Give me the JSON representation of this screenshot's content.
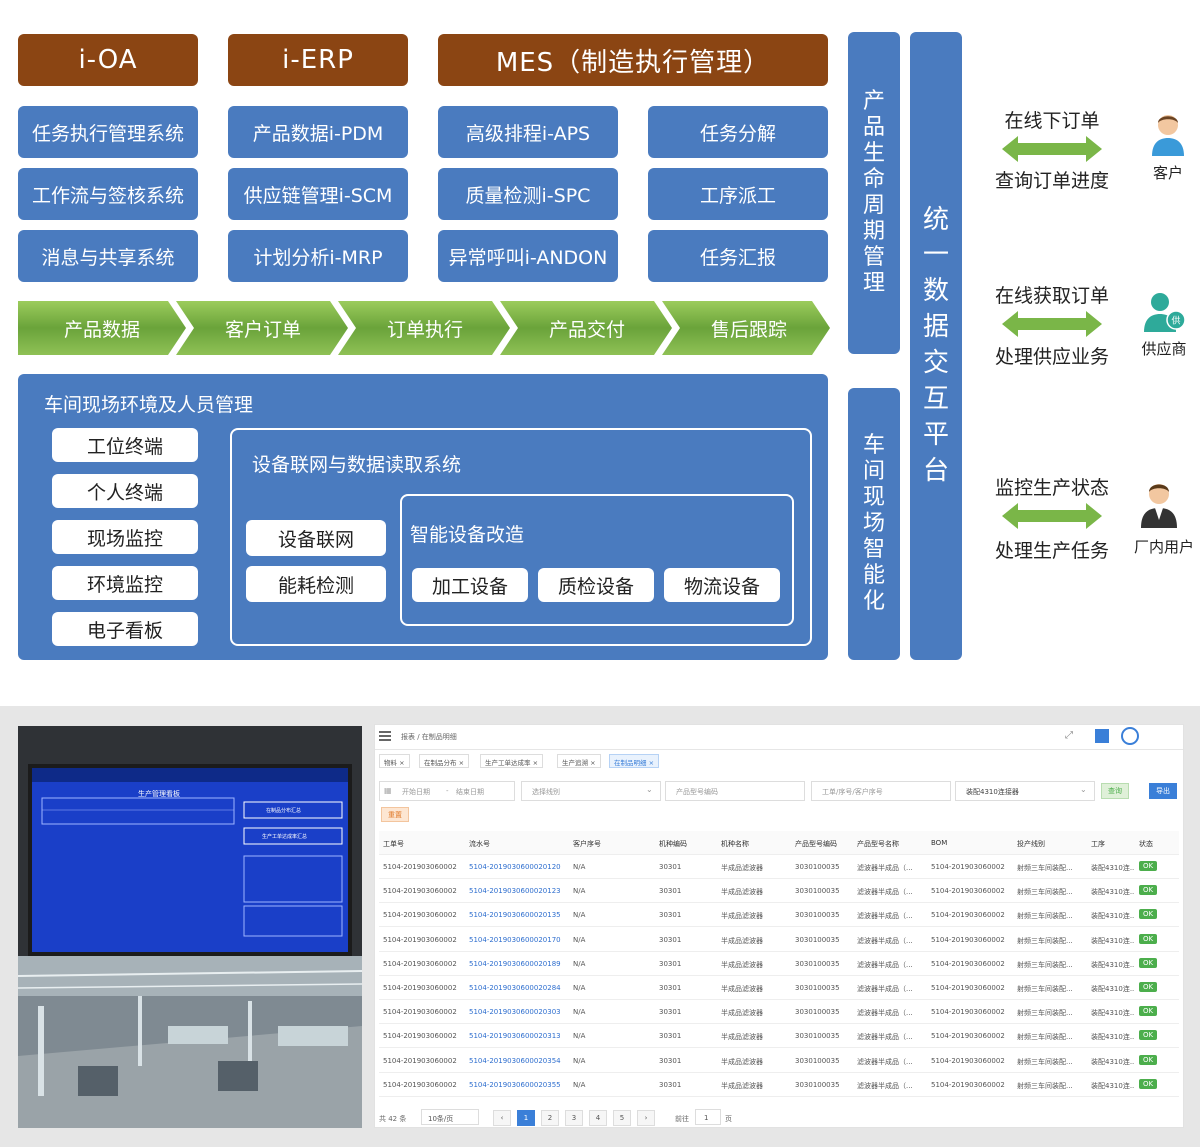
{
  "headers": [
    "i-OA",
    "i-ERP",
    "MES（制造执行管理）"
  ],
  "modules": {
    "oa": [
      "任务执行管理系统",
      "工作流与签核系统",
      "消息与共享系统"
    ],
    "erp": [
      "产品数据i-PDM",
      "供应链管理i-SCM",
      "计划分析i-MRP"
    ],
    "mes_left": [
      "高级排程i-APS",
      "质量检测i-SPC",
      "异常呼叫i-ANDON"
    ],
    "mes_right": [
      "任务分解",
      "工序派工",
      "任务汇报"
    ]
  },
  "flow": [
    "产品数据",
    "客户订单",
    "订单执行",
    "产品交付",
    "售后跟踪"
  ],
  "workshop": {
    "title": "车间现场环境及人员管理",
    "left_items": [
      "工位终端",
      "个人终端",
      "现场监控",
      "环境监控",
      "电子看板"
    ],
    "iot_title": "设备联网与数据读取系统",
    "iot_items": [
      "设备联网",
      "能耗检测"
    ],
    "smart_title": "智能设备改造",
    "smart_items": [
      "加工设备",
      "质检设备",
      "物流设备"
    ]
  },
  "vertical": {
    "plm": [
      "产",
      "品",
      "生",
      "命",
      "周",
      "期",
      "管",
      "理"
    ],
    "smart": [
      "车",
      "间",
      "现",
      "场",
      "智",
      "能",
      "化"
    ],
    "platform": [
      "统",
      "一",
      "数",
      "据",
      "交",
      "互",
      "平",
      "台"
    ]
  },
  "roles": [
    {
      "top": "在线下订单",
      "bottom": "查询订单进度",
      "name": "客户"
    },
    {
      "top": "在线获取订单",
      "bottom": "处理供应业务",
      "name": "供应商",
      "badge": "供"
    },
    {
      "top": "监控生产状态",
      "bottom": "处理生产任务",
      "name": "厂内用户"
    }
  ],
  "colors": {
    "header": "#8b4513",
    "module": "#4a7bbf",
    "arrow": "#7ab648",
    "ok": "#4cae4c"
  },
  "icons": [
    "menu-icon",
    "fullscreen-icon",
    "user-avatar-icon",
    "calendar-icon"
  ],
  "screen": {
    "breadcrumb": "报表 / 在制品明细",
    "tabs": [
      "物料 ×",
      "在制品分布 ×",
      "生产工单达成率 ×",
      "生产追溯 ×",
      "在制品明细 ×"
    ],
    "filters": {
      "date_start": "开始日期",
      "date_sep": "-",
      "date_end": "结束日期",
      "line": "选择线别",
      "model": "产品型号编码",
      "order": "工单/序号/客户序号",
      "station": "装配4310连接器",
      "query": "查询",
      "export": "导出",
      "reset": "重置"
    },
    "columns": [
      "工单号",
      "流水号",
      "客户序号",
      "机种编码",
      "机种名称",
      "产品型号编码",
      "产品型号名称",
      "BOM",
      "投产线别",
      "工序",
      "状态"
    ],
    "rows": [
      [
        "5104-201903060002",
        "5104-2019030600020120",
        "N/A",
        "30301",
        "半成品滤波器",
        "3030100035",
        "滤波器半成品（...",
        "5104-201903060002",
        "射频三车间装配...",
        "装配4310连...",
        "OK"
      ],
      [
        "5104-201903060002",
        "5104-2019030600020123",
        "N/A",
        "30301",
        "半成品滤波器",
        "3030100035",
        "滤波器半成品（...",
        "5104-201903060002",
        "射频三车间装配...",
        "装配4310连...",
        "OK"
      ],
      [
        "5104-201903060002",
        "5104-2019030600020135",
        "N/A",
        "30301",
        "半成品滤波器",
        "3030100035",
        "滤波器半成品（...",
        "5104-201903060002",
        "射频三车间装配...",
        "装配4310连...",
        "OK"
      ],
      [
        "5104-201903060002",
        "5104-2019030600020170",
        "N/A",
        "30301",
        "半成品滤波器",
        "3030100035",
        "滤波器半成品（...",
        "5104-201903060002",
        "射频三车间装配...",
        "装配4310连...",
        "OK"
      ],
      [
        "5104-201903060002",
        "5104-2019030600020189",
        "N/A",
        "30301",
        "半成品滤波器",
        "3030100035",
        "滤波器半成品（...",
        "5104-201903060002",
        "射频三车间装配...",
        "装配4310连...",
        "OK"
      ],
      [
        "5104-201903060002",
        "5104-2019030600020284",
        "N/A",
        "30301",
        "半成品滤波器",
        "3030100035",
        "滤波器半成品（...",
        "5104-201903060002",
        "射频三车间装配...",
        "装配4310连...",
        "OK"
      ],
      [
        "5104-201903060002",
        "5104-2019030600020303",
        "N/A",
        "30301",
        "半成品滤波器",
        "3030100035",
        "滤波器半成品（...",
        "5104-201903060002",
        "射频三车间装配...",
        "装配4310连...",
        "OK"
      ],
      [
        "5104-201903060002",
        "5104-2019030600020313",
        "N/A",
        "30301",
        "半成品滤波器",
        "3030100035",
        "滤波器半成品（...",
        "5104-201903060002",
        "射频三车间装配...",
        "装配4310连...",
        "OK"
      ],
      [
        "5104-201903060002",
        "5104-2019030600020354",
        "N/A",
        "30301",
        "半成品滤波器",
        "3030100035",
        "滤波器半成品（...",
        "5104-201903060002",
        "射频三车间装配...",
        "装配4310连...",
        "OK"
      ],
      [
        "5104-201903060002",
        "5104-2019030600020355",
        "N/A",
        "30301",
        "半成品滤波器",
        "3030100035",
        "滤波器半成品（...",
        "5104-201903060002",
        "射频三车间装配...",
        "装配4310连...",
        "OK"
      ]
    ],
    "pagination": {
      "total": "共 42 条",
      "per_page": "10条/页",
      "pages": [
        "1",
        "2",
        "3",
        "4",
        "5"
      ],
      "goto": "前往",
      "goto_value": "1",
      "page_unit": "页"
    },
    "tv": {
      "title": "生产管理看板",
      "panel1": "在制品分布汇总",
      "panel2": "生产工单达成率汇总"
    }
  }
}
